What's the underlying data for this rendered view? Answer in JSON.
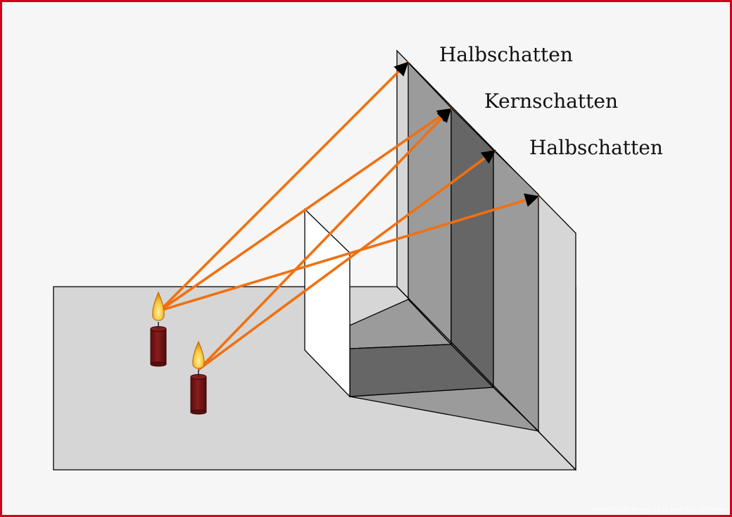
{
  "labels": {
    "top": "Halbschatten",
    "middle": "Kernschatten",
    "bottom": "Halbschatten"
  },
  "watermark": "Arbeitsblatt Regen | Lilo Und Anji Schatten",
  "colors": {
    "frame": "#d0021b",
    "background": "#f6f6f6",
    "floor": "#d7d6d6",
    "wall": "#d7d6d6",
    "halbschatten": "#9b9b9b",
    "kernschatten": "#666666",
    "block_face": "#ffffff",
    "light_ray": "#f07010",
    "candle": "#7d1616",
    "flame": "#f6c13a"
  },
  "icons": {
    "candle_left": "candle-icon",
    "candle_right": "candle-icon"
  }
}
